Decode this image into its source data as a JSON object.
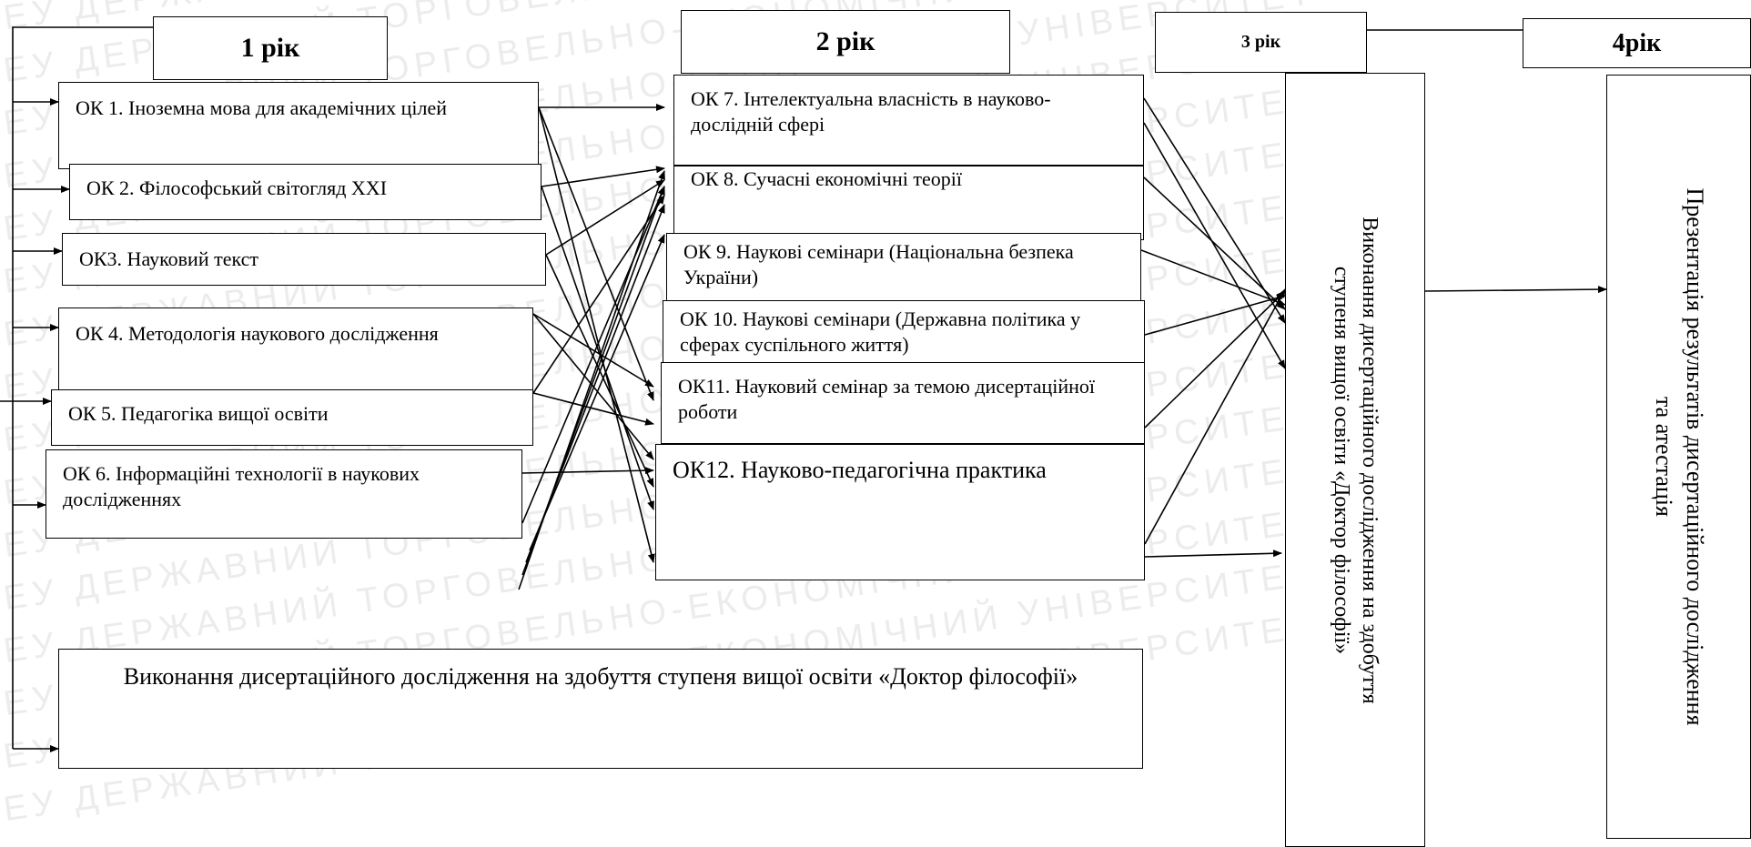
{
  "headers": {
    "year1": "1 рік",
    "year2": "2 рік",
    "year3": "3 рік",
    "year4": "4рік"
  },
  "year1_courses": [
    "ОК 1. Іноземна мова для академічних цілей",
    "ОК 2. Філософський світогляд ХХІ",
    "ОК3. Науковий текст",
    "ОК 4. Методологія наукового дослідження",
    "ОК 5. Педагогіка вищої освіти",
    "ОК 6. Інформаційні технології в наукових дослідженнях"
  ],
  "year2_courses": [
    "ОК 7. Інтелектуальна власність в науково-дослідній сфері",
    "ОК 8. Сучасні економічні теорії",
    "ОК 9. Наукові семінари (Національна безпека України)",
    "ОК 10. Наукові семінари (Державна політика у сферах суспільного життя)",
    "ОК11. Науковий семінар за темою дисертаційної роботи",
    "ОК12. Науково-педагогічна практика"
  ],
  "bottom_box": "Виконання дисертаційного дослідження на здобуття ступеня вищої освіти  «Доктор філософії»",
  "year3_vertical": "Виконання дисертаційного дослідження на здобуття\nступеня вищої освіти «Доктор філософії»",
  "year4_vertical": "Презентація результатів дисертаційного дослідження\nта атестація",
  "watermark_text": "ДТЕУ ДЕРЖАВНИЙ ТОРГОВЕЛЬНО-ЕКОНОМІЧНИЙ УНІВЕРСИТЕТ"
}
